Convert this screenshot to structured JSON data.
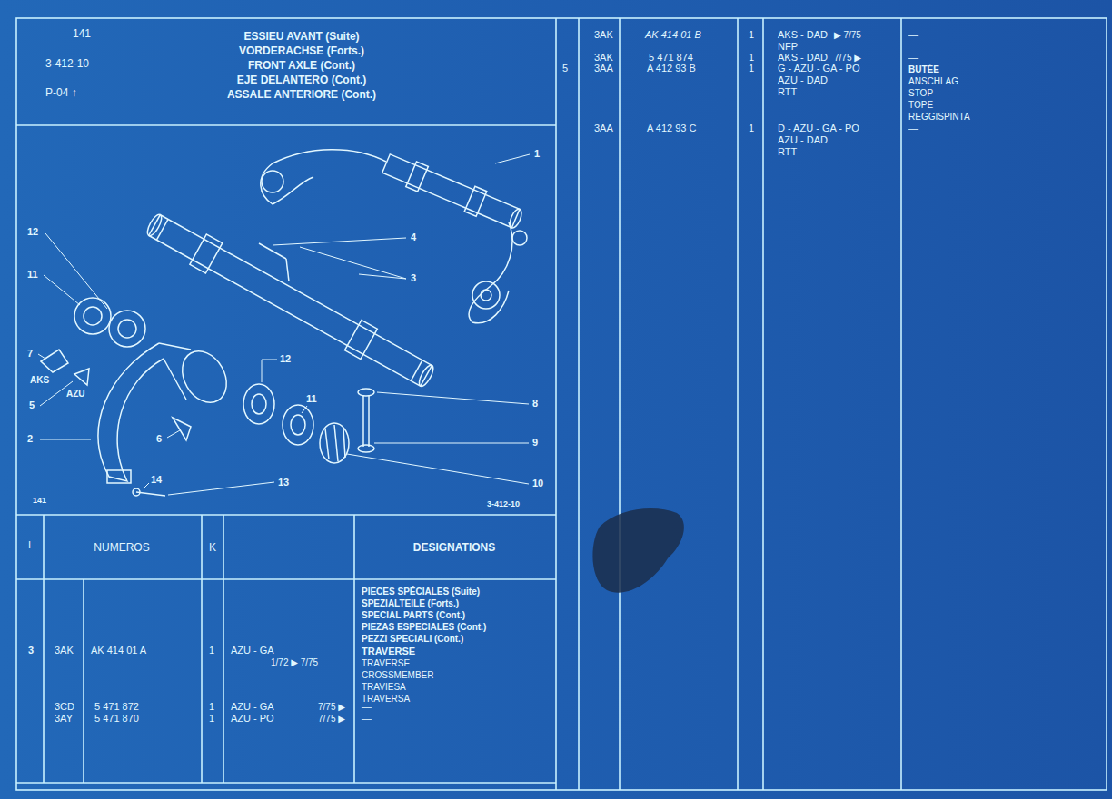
{
  "diagram": {
    "title": "ESSIEU AVANT (Suite)",
    "labels": [
      "141",
      "3-412-10",
      "P-04 ↑",
      "VORDERACHSE (Forts.)",
      "FRONT AXLE (Cont.)",
      "EJE DELANTERO (Cont.)",
      "ASSALE ANTERIORE (Cont.)",
      "1",
      "12",
      "4",
      "3",
      "11",
      "7",
      "AKS",
      "AZU",
      "5",
      "12",
      "11",
      "8",
      "2",
      "6",
      "9",
      "14",
      "13",
      "10",
      "141",
      "3-412-10",
      "I",
      "NUMEROS",
      "K",
      "DESIGNATIONS",
      "PIECES SPÉCIALES (Suite)",
      "SPEZIALTEILE (Forts.)",
      "SPECIAL PARTS (Cont.)",
      "PIEZAS ESPECIALES (Cont.)",
      "PEZZI SPECIALI (Cont.)",
      "3",
      "3AK",
      "AK 414 01 A",
      "1",
      "AZU - GA",
      "TRAVERSE",
      "1/72 ▶ 7/75",
      "TRAVERSE",
      "CROSSMEMBER",
      "TRAVIESA",
      "TRAVERSA",
      "3CD",
      "5 471 872",
      "1",
      "AZU - GA",
      "7/75 ▶",
      "—",
      "3AY",
      "5 471 870",
      "1",
      "AZU - PO",
      "7/75 ▶",
      "—",
      "3AK",
      "AK 414 01 B",
      "1",
      "AKS - DAD",
      "▶ 7/75",
      "—",
      "NFP",
      "3AK",
      "5 471 874",
      "1",
      "AKS - DAD",
      "7/75 ▶",
      "—",
      "5",
      "3AA",
      "A 412 93 B",
      "1",
      "G - AZU - GA - PO",
      "BUTÉE",
      "AZU - DAD",
      "ANSCHLAG",
      "RTT",
      "STOP",
      "TOPE",
      "REGGISPINTA",
      "3AA",
      "A 412 93 C",
      "1",
      "D - AZU - GA - PO",
      "—",
      "AZU - DAD",
      "RTT"
    ]
  }
}
